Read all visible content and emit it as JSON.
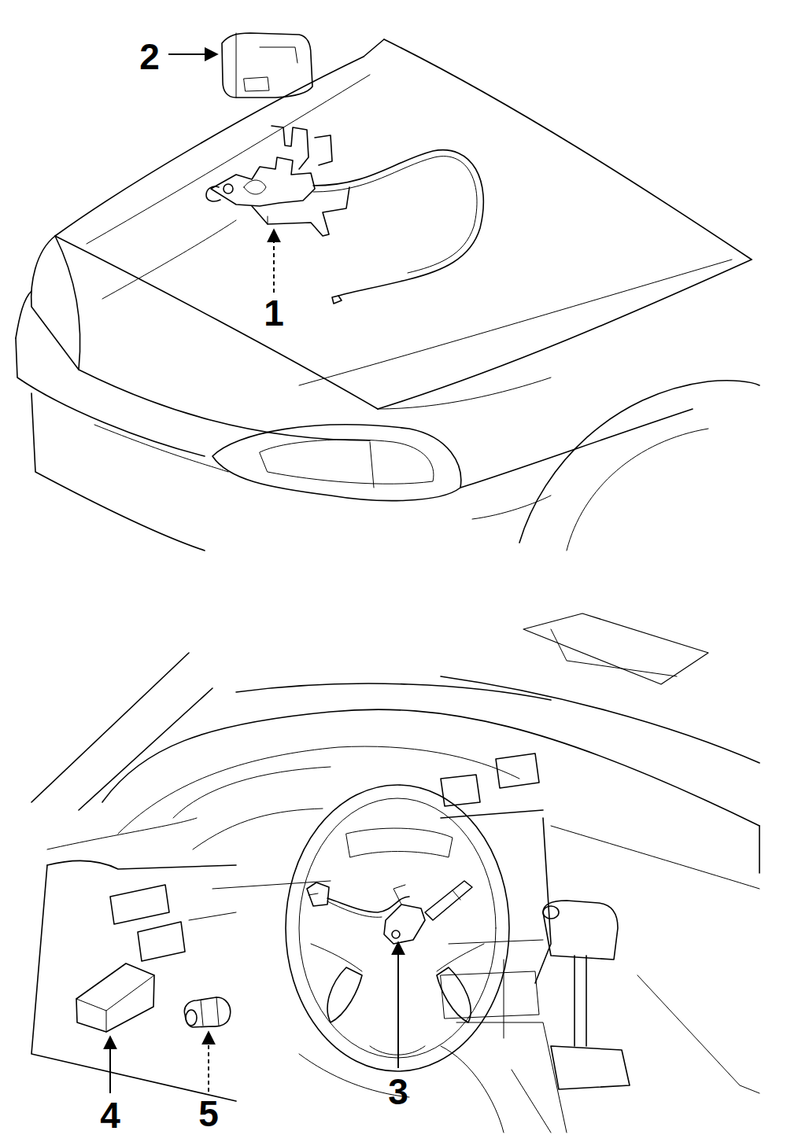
{
  "diagram": {
    "labels": [
      "2",
      "1",
      "3",
      "4",
      "5"
    ]
  }
}
